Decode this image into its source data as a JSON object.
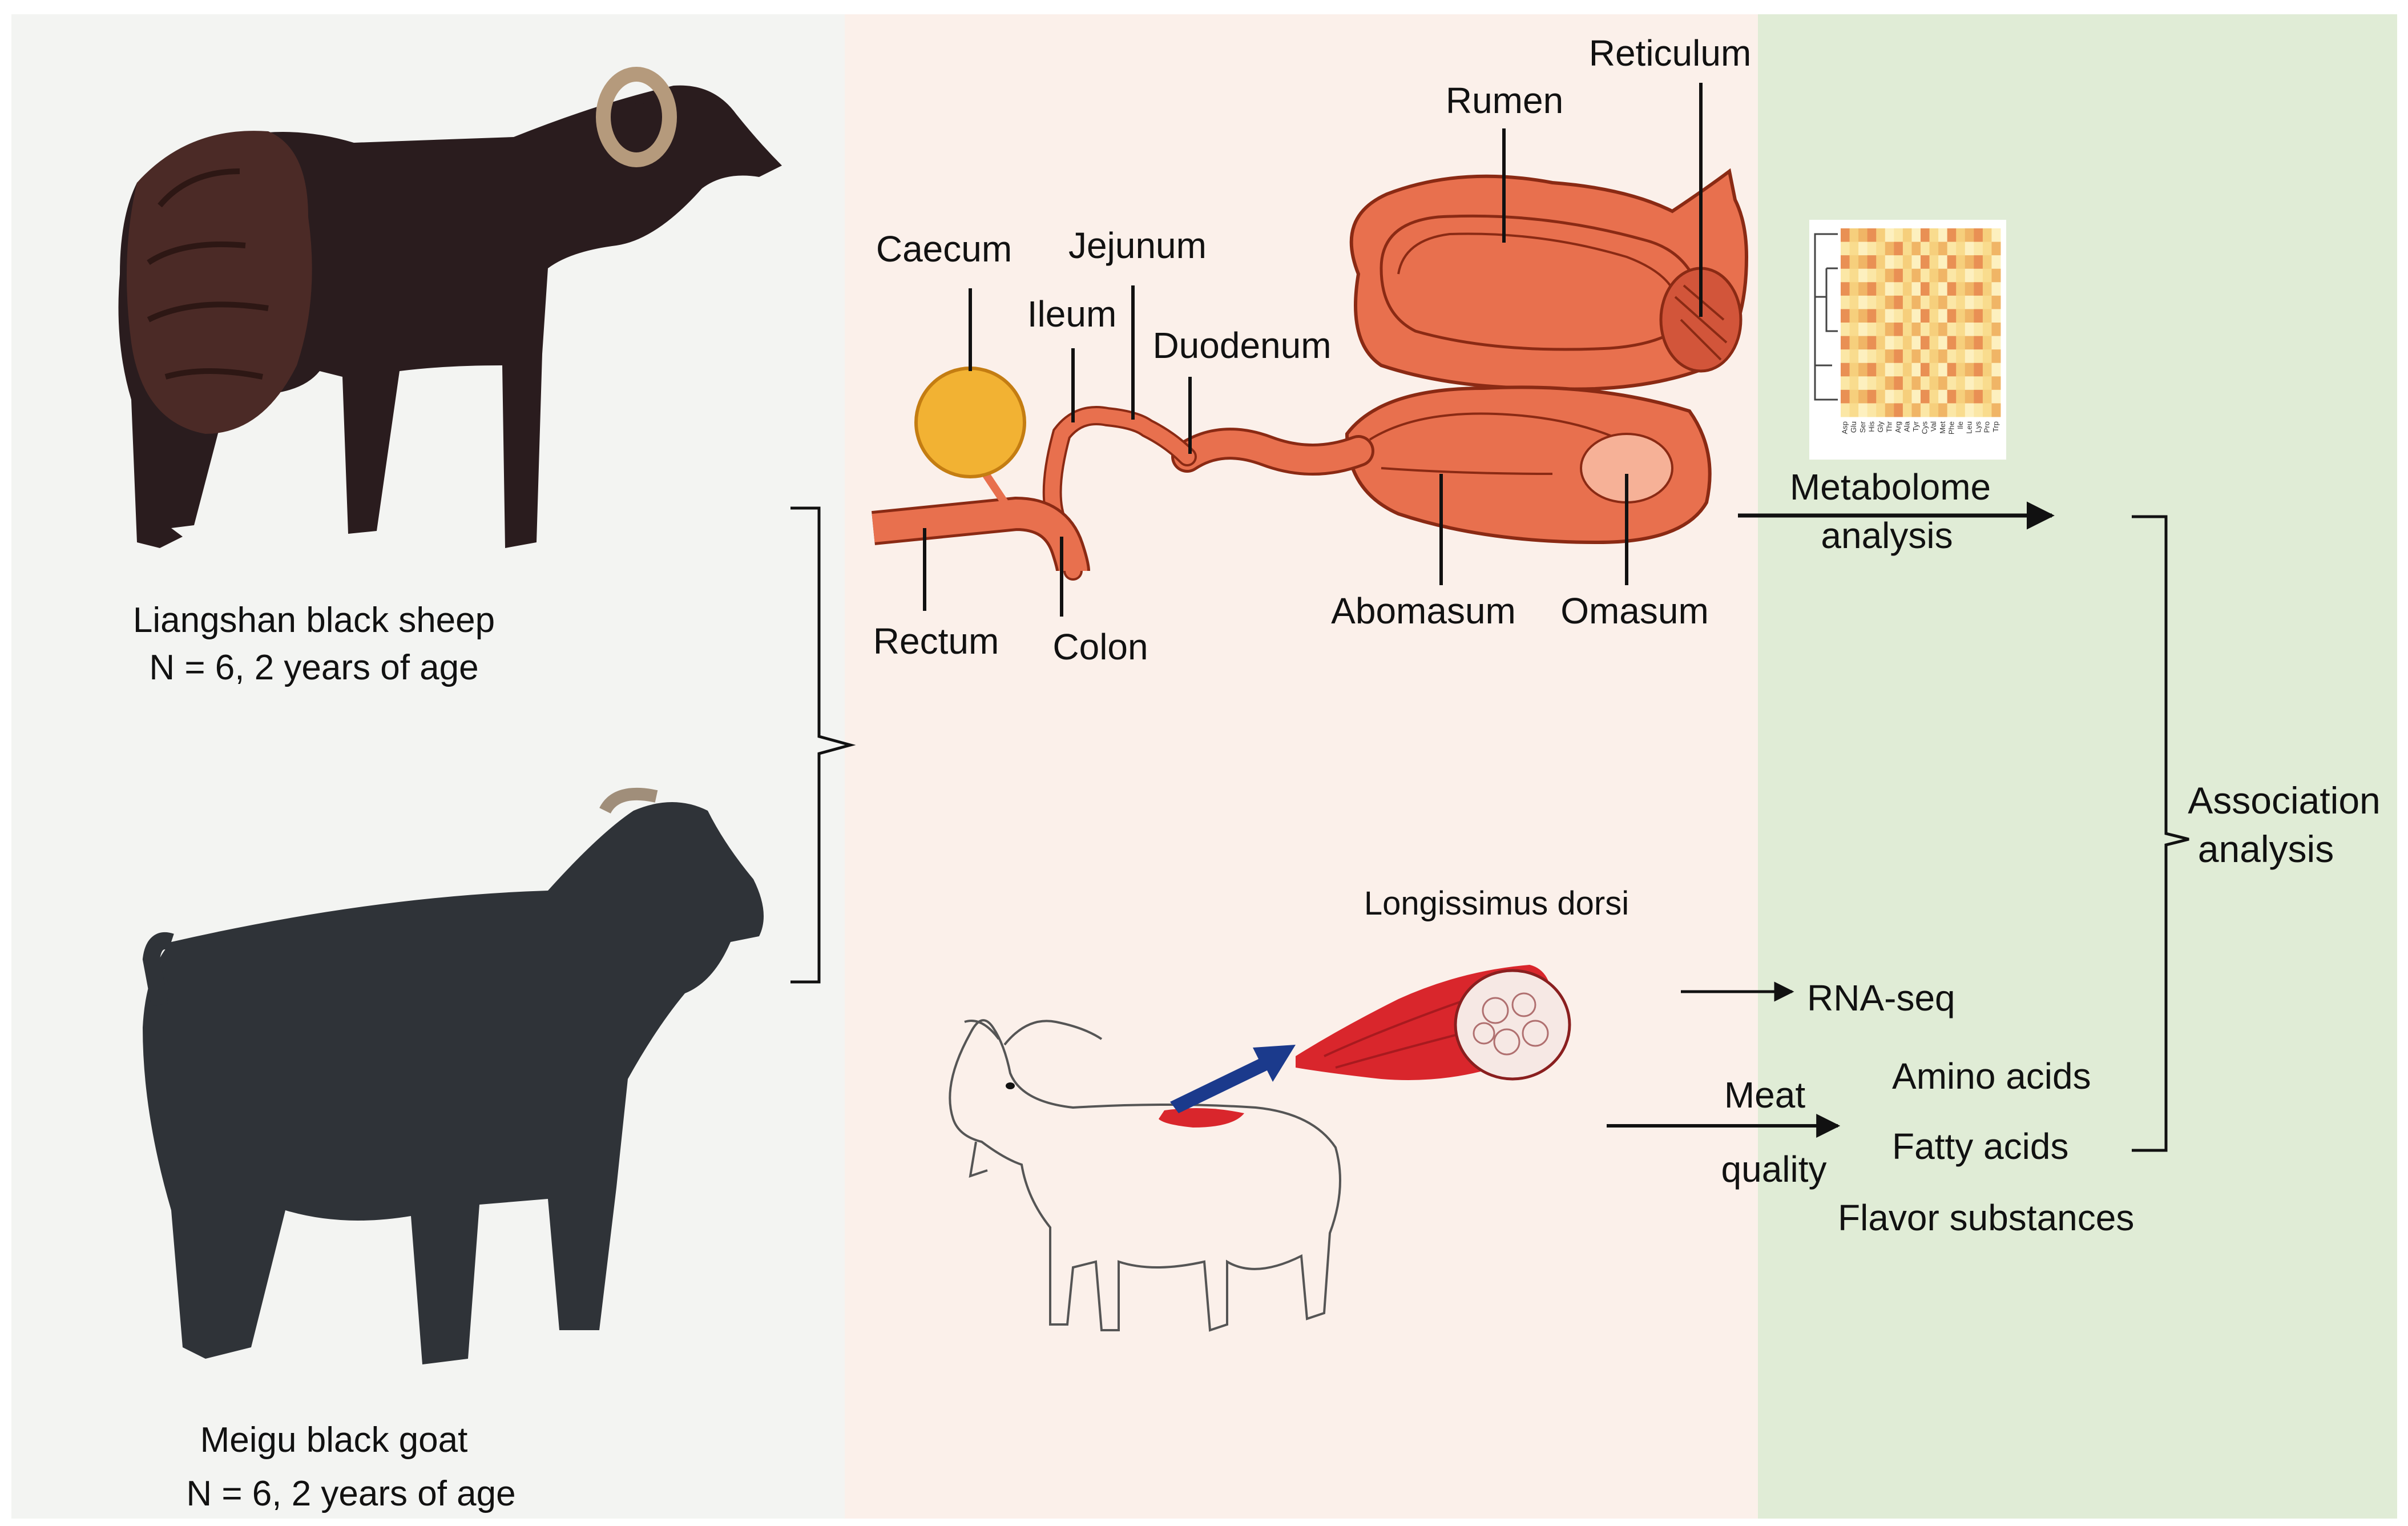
{
  "panels": {
    "left_color": "#f3f4f2",
    "middle_color": "#fbf0ea",
    "right_color": "#e0ecd6"
  },
  "animals": {
    "sheep_name": "Liangshan black sheep",
    "sheep_info": "N = 6, 2 years of age",
    "goat_name": "Meigu black goat",
    "goat_info": "N = 6, 2 years of age"
  },
  "tract_labels": {
    "reticulum": "Reticulum",
    "rumen": "Rumen",
    "caecum": "Caecum",
    "jejunum": "Jejunum",
    "ileum": "Ileum",
    "duodenum": "Duodenum",
    "rectum": "Rectum",
    "colon": "Colon",
    "abomasum": "Abomasum",
    "omasum": "Omasum"
  },
  "muscle": {
    "label": "Longissimus dorsi",
    "color": "#d9262c",
    "arrow_color": "#1b3a8c"
  },
  "analyses": {
    "metabolome_line1": "Metabolome",
    "metabolome_line2": "analysis",
    "rnaseq": "RNA-seq",
    "meat_line1": "Meat",
    "meat_line2": "quality",
    "amino_acids": "Amino acids",
    "fatty_acids": "Fatty acids",
    "flavor": "Flavor substances",
    "association_line1": "Association",
    "association_line2": "analysis"
  },
  "heatmap": {
    "row_labels": [
      "Asp",
      "Glu",
      "Ser",
      "His",
      "Gly",
      "Thr",
      "Arg",
      "Ala",
      "Tyr",
      "Cys",
      "Val",
      "Met",
      "Phe",
      "Ile",
      "Leu",
      "Lys",
      "Pro",
      "Trp"
    ]
  },
  "colors": {
    "organ_fill": "#e8704e",
    "organ_stroke": "#8a2a14",
    "caecum_fill": "#f2b233"
  }
}
